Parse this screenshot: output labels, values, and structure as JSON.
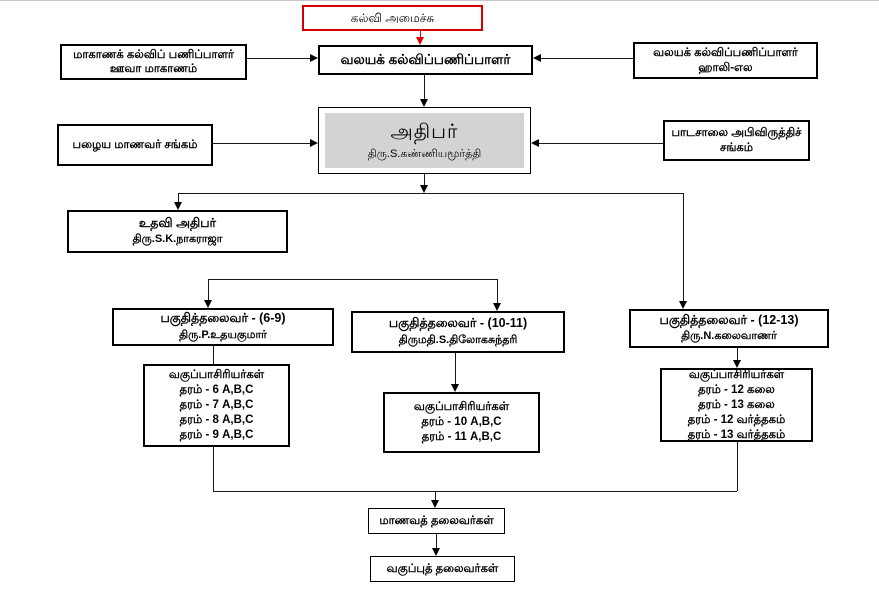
{
  "diagram": {
    "title_hint": "School organization flow chart (Tamil)",
    "colors": {
      "box_border": "#000000",
      "ministry_border_red": "#d40000",
      "ministry_arrow_red": "#e00000",
      "principal_fill_gray": "#d3d3d3",
      "background": "#ffffff"
    },
    "nodes": {
      "ministry": {
        "label": "கல்வி அமைச்சு"
      },
      "zonal_director": {
        "label": "வலயக் கல்விப்பணிப்பாளர்"
      },
      "provincial_director": {
        "line1": "மாகாணக் கல்விப் பணிப்பாளர்",
        "line2": "ஊவா மாகாணம்"
      },
      "zonal_office": {
        "line1": "வலயக் கல்விப்பணிப்பாளர்",
        "line2": "ஹாலி-எல"
      },
      "old_students_assoc": {
        "label": "பழைய மாணவர் சங்கம்"
      },
      "school_dev_society": {
        "line1": "பாடசாலை அபிவிருத்திச்",
        "line2": "சங்கம்"
      },
      "principal": {
        "title": "அதிபர்",
        "name": "திரு.S.கண்ணியமூர்த்தி"
      },
      "assistant_principal": {
        "title": "உதவி அதிபர்",
        "name": "திரு.S.K.நாகராஜா"
      },
      "section_head_6_9": {
        "title": "பகுதித்தலைவர்  -  (6-9)",
        "name": "திரு.P.உதயகுமார்"
      },
      "section_head_10_11": {
        "title": "பகுதித்தலைவர்  -  (10-11)",
        "name": "திருமதி.S.திலோகசுந்தரி"
      },
      "section_head_12_13": {
        "title": "பகுதித்தலைவர்  -  (12-13)",
        "name": "திரு.N.கலைவாணர்"
      },
      "class_teachers_6_9": {
        "title": "வகுப்பாசிரியர்கள்",
        "rows": [
          "தரம் - 6  A,B,C",
          "தரம் - 7  A,B,C",
          "தரம் - 8  A,B,C",
          "தரம் - 9  A,B,C"
        ]
      },
      "class_teachers_10_11": {
        "title": "வகுப்பாசிரியர்கள்",
        "rows": [
          "தரம் - 10  A,B,C",
          "தரம் - 11  A,B,C"
        ]
      },
      "class_teachers_12_13": {
        "title": "வகுப்பாசிரியர்கள்",
        "rows": [
          "தரம் - 12  கலை",
          "தரம் - 13  கலை",
          "தரம் - 12  வர்த்தகம்",
          "தரம் - 13  வர்த்தகம்"
        ]
      },
      "student_leaders": {
        "label": "மாணவத்  தலைவர்கள்"
      },
      "class_leaders": {
        "label": "வகுப்புத்  தலைவர்கள்"
      }
    },
    "edges": [
      {
        "from": "ministry",
        "to": "zonal_director"
      },
      {
        "from": "provincial_director",
        "to": "zonal_director"
      },
      {
        "from": "zonal_office",
        "to": "zonal_director"
      },
      {
        "from": "zonal_director",
        "to": "principal"
      },
      {
        "from": "old_students_assoc",
        "to": "principal"
      },
      {
        "from": "school_dev_society",
        "to": "principal"
      },
      {
        "from": "principal",
        "to": "assistant_principal"
      },
      {
        "from": "principal",
        "to": "section_head_12_13"
      },
      {
        "from": "assistant_principal",
        "to": "section_head_6_9"
      },
      {
        "from": "assistant_principal",
        "to": "section_head_10_11"
      },
      {
        "from": "section_head_6_9",
        "to": "class_teachers_6_9"
      },
      {
        "from": "section_head_10_11",
        "to": "class_teachers_10_11"
      },
      {
        "from": "section_head_12_13",
        "to": "class_teachers_12_13"
      },
      {
        "from": "class_teachers_6_9",
        "to": "student_leaders"
      },
      {
        "from": "class_teachers_12_13",
        "to": "student_leaders"
      },
      {
        "from": "student_leaders",
        "to": "class_leaders"
      }
    ]
  }
}
